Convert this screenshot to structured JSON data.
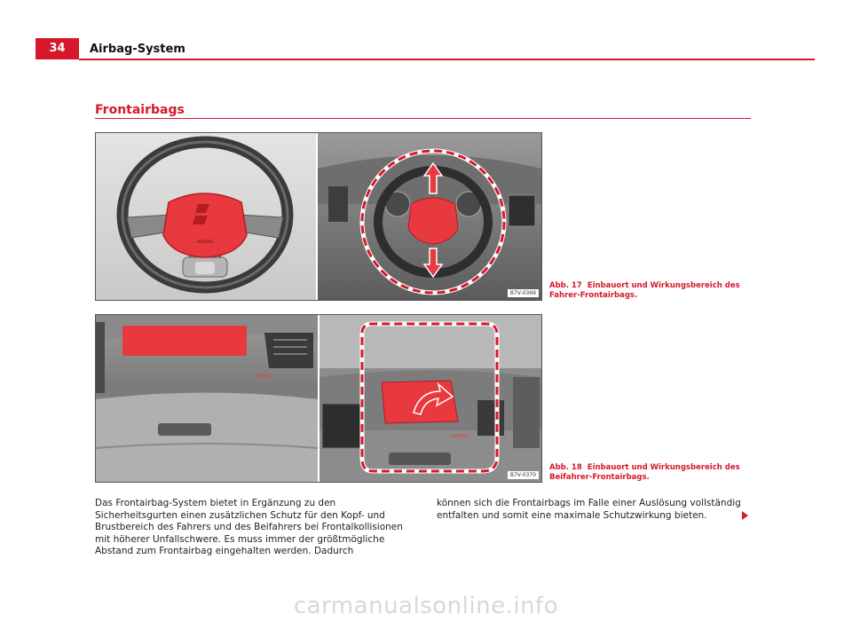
{
  "header": {
    "page_number": "34",
    "title": "Airbag-System"
  },
  "section": {
    "title": "Frontairbags"
  },
  "figures": [
    {
      "code": "B7V-0369",
      "caption_label": "Abb. 17",
      "caption_text": "Einbauort und Wirkungsbereich des Fahrer-Frontairbags.",
      "airbag_label": "AIRBAG"
    },
    {
      "code": "B7V-0370",
      "caption_label": "Abb. 18",
      "caption_text": "Einbauort und Wirkungsbereich des Beifahrer-Frontairbags.",
      "airbag_label": "AIRBAG"
    }
  ],
  "body": {
    "column1": "Das Frontairbag-System bietet in Ergänzung zu den Sicherheitsgurten einen zusätzlichen Schutz für den Kopf- und Brustbereich des Fahrers und des Beifahrers bei Frontalkollisionen mit höherer Unfallschwere. Es muss immer der größtmögliche Abstand zum Frontairbag eingehalten werden. Dadurch",
    "column2": "können sich die Frontairbags im Falle einer Auslösung vollständig entfalten und somit eine maximale Schutzwirkung bieten."
  },
  "watermark": "carmanualsonline.info",
  "colors": {
    "accent": "#d6182a",
    "airbag": "#e8393f"
  }
}
